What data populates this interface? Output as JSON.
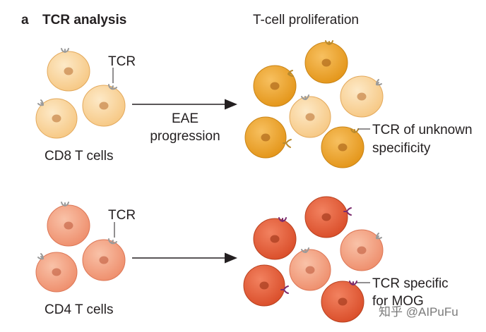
{
  "panel": {
    "letter": "a",
    "title": "TCR analysis",
    "right_title": "T-cell proliferation"
  },
  "top_row": {
    "tcr_label": "TCR",
    "cells_label": "CD8 T cells",
    "arrow_label_line1": "EAE",
    "arrow_label_line2": "progression",
    "annotation_line1": "TCR of unknown",
    "annotation_line2": "specificity"
  },
  "bottom_row": {
    "tcr_label": "TCR",
    "cells_label": "CD4 T cells",
    "annotation_line1": "TCR specific",
    "annotation_line2": "for MOG"
  },
  "watermark": "知乎 @AIPuFu",
  "colors": {
    "cd8_light": "#fbd9a3",
    "cd8_dark": "#f0a32b",
    "cd4_light": "#f4a183",
    "cd4_dark": "#e85f3a",
    "tcr_unknown": "#b98a2d",
    "tcr_mog": "#7b2b6e",
    "tcr_generic": "#9a9a9a"
  }
}
